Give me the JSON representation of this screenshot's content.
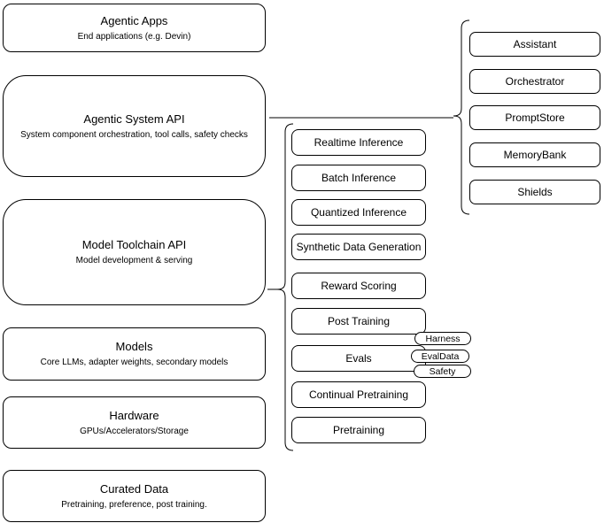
{
  "stack": {
    "agentic_apps": {
      "title": "Agentic Apps",
      "subtitle": "End applications (e.g. Devin)"
    },
    "agentic_system_api": {
      "title": "Agentic System API",
      "subtitle": "System component orchestration, tool calls, safety checks"
    },
    "model_toolchain_api": {
      "title": "Model Toolchain API",
      "subtitle": "Model development & serving"
    },
    "models": {
      "title": "Models",
      "subtitle": "Core LLMs, adapter weights, secondary models"
    },
    "hardware": {
      "title": "Hardware",
      "subtitle": "GPUs/Accelerators/Storage"
    },
    "curated_data": {
      "title": "Curated Data",
      "subtitle": "Pretraining, preference, post training."
    }
  },
  "toolchain": {
    "items": [
      "Realtime Inference",
      "Batch Inference",
      "Quantized Inference",
      "Synthetic Data Generation",
      "Reward Scoring",
      "Post Training",
      "Evals",
      "Continual Pretraining",
      "Pretraining"
    ]
  },
  "evals_tags": [
    "Harness",
    "EvalData",
    "Safety"
  ],
  "system_components": [
    "Assistant",
    "Orchestrator",
    "PromptStore",
    "MemoryBank",
    "Shields"
  ],
  "colors": {
    "stroke": "#000000",
    "fill": "#ffffff",
    "canvas": "#ffffff"
  }
}
